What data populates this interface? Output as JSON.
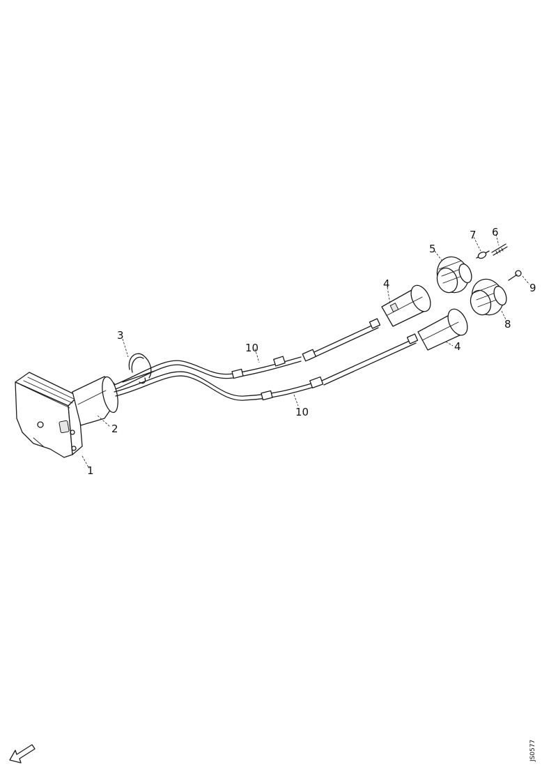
{
  "callouts": {
    "c1": "1",
    "c2": "2",
    "c3": "3",
    "c4a": "4",
    "c4b": "4",
    "c5": "5",
    "c6": "6",
    "c7": "7",
    "c8": "8",
    "c9": "9",
    "c10a": "10",
    "c10b": "10"
  },
  "drawing_code": "JS0577",
  "colors": {
    "line": "#1a1a1a",
    "background": "#ffffff"
  },
  "icons": {
    "orientation_arrow": "arrow-down-left-icon"
  }
}
